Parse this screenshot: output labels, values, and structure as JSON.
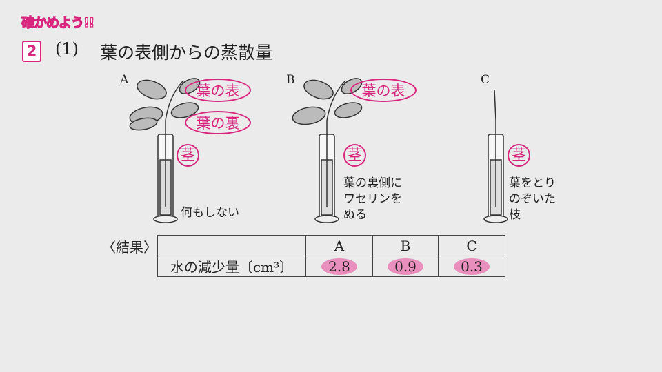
{
  "header": {
    "badge": "確かめよう!!",
    "number": "2",
    "sub": "(1)",
    "title": "葉の表側からの蒸散量"
  },
  "figures": [
    {
      "label": "A",
      "tags": [
        "葉の表",
        "葉の裏",
        "茎"
      ],
      "note": "何もしない"
    },
    {
      "label": "B",
      "tags": [
        "葉の表",
        "茎"
      ],
      "note": "葉の裏側に\nワセリンを\nぬる"
    },
    {
      "label": "C",
      "tags": [
        "茎"
      ],
      "note": "葉をとり\nのぞいた\n枝"
    }
  ],
  "results": {
    "label": "〈結果〉",
    "columns": [
      "A",
      "B",
      "C"
    ],
    "row_label": "水の減少量〔cm³〕",
    "values": [
      "2.8",
      "0.9",
      "0.3"
    ]
  },
  "colors": {
    "accent": "#d8267f",
    "highlight": "#e98fbd"
  }
}
